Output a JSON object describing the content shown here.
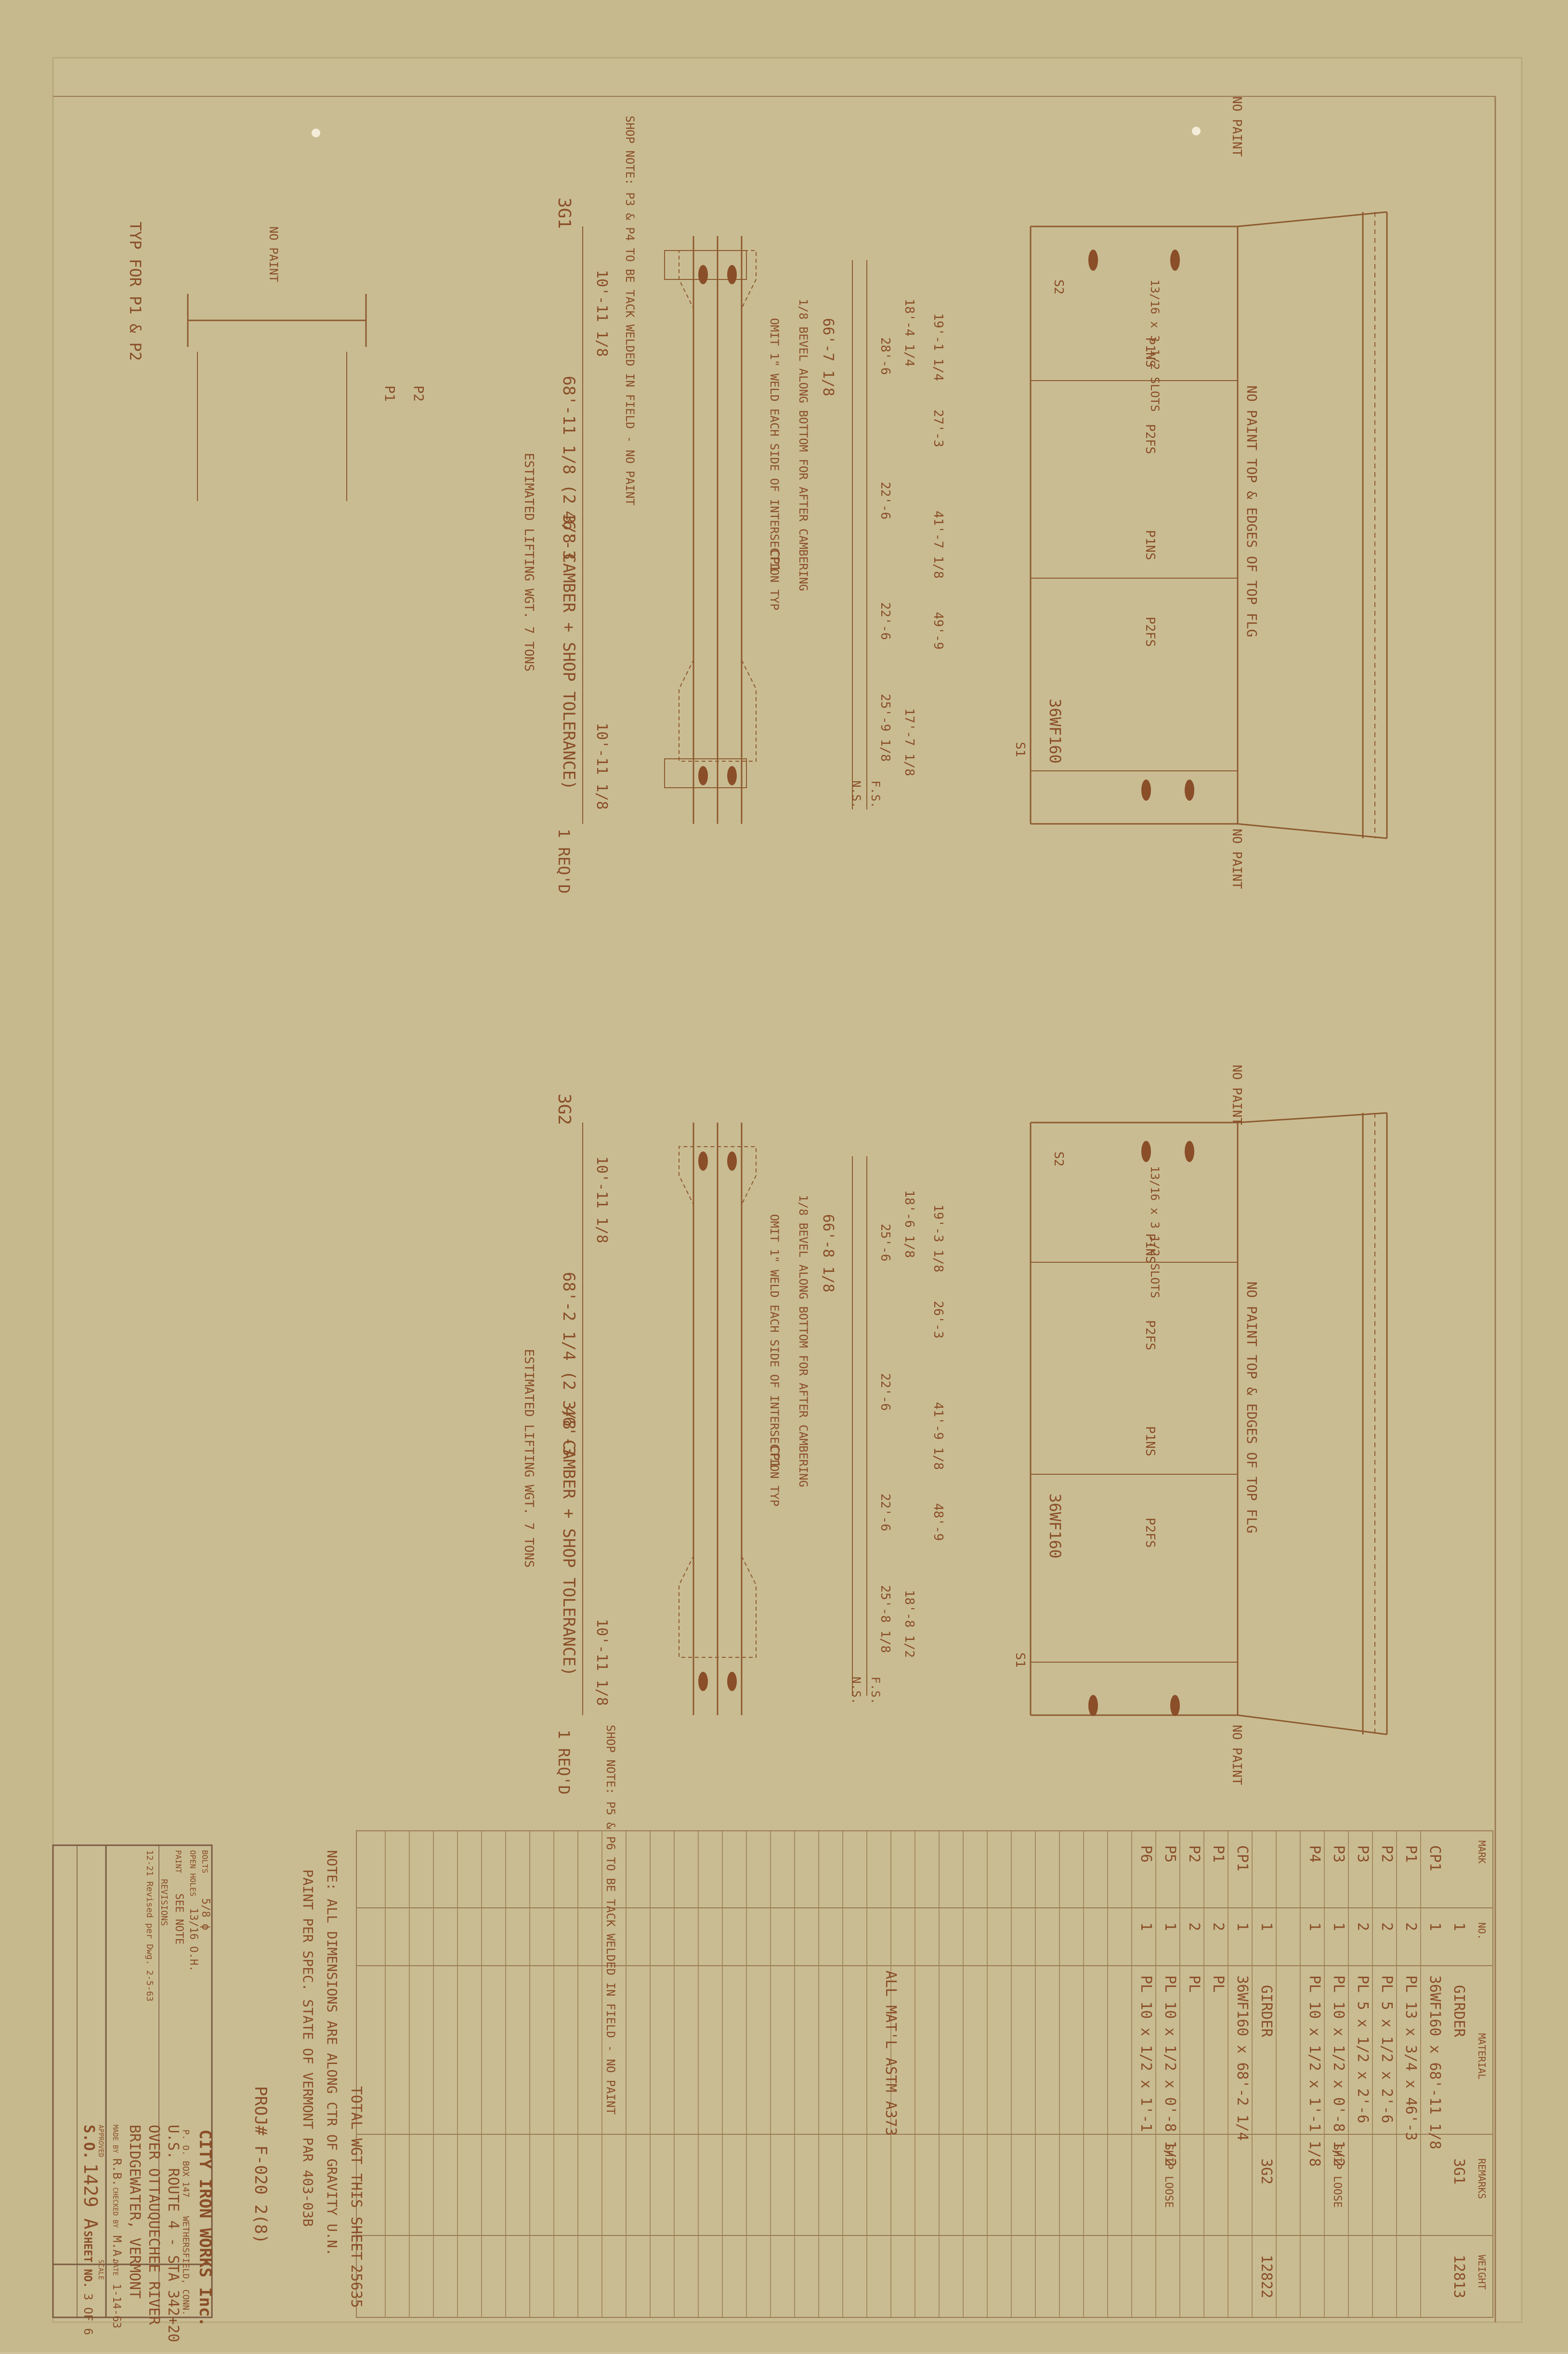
{
  "title_block": {
    "company": "CITY IRON WORKS Inc.",
    "address1": "P. O. BOX 147",
    "address2": "WETHERSFIELD, CONN.",
    "bolts_label": "BOLTS",
    "bolts_value": "5/8 ϕ",
    "open_holes_label": "OPEN HOLES",
    "open_holes_value": "13/16 O.H.",
    "paint_label": "PAINT",
    "paint_value": "SEE NOTE",
    "revisions_label": "REVISIONS",
    "revision_1": "12-21 Revised per Dwg. 2-5-63",
    "project_line1": "U.S. ROUTE 4 - STA 342+20",
    "project_line2": "OVER OTTAUQUECHEE RIVER",
    "project_line3": "BRIDGEWATER, VERMONT",
    "made_by_label": "MADE BY",
    "made_by_value": "R.B.",
    "checked_by_label": "CHECKED BY",
    "checked_by_value": "M.A.",
    "date_label": "DATE",
    "date_value": "1-14-63",
    "approved_label": "APPROVED",
    "scale_label": "SCALE",
    "so_label": "S.O.",
    "so_value": "1429 A",
    "sheet_label": "SHEET NO.",
    "sheet_value": "3 OF 6",
    "proj_no": "PROJ# F-020 2(8)"
  },
  "notes": {
    "general_1": "NOTE: ALL DIMENSIONS ARE ALONG CTR OF GRAVITY U.N.",
    "general_2": "PAINT PER SPEC. STATE OF VERMONT PAR 403-03B",
    "total_wgt": "TOTAL WGT THIS SHEET",
    "total_wgt_value": "25635",
    "shop_note_1": "SHOP NOTE: P3 & P4 TO BE TACK WELDED IN FIELD - NO PAINT",
    "shop_note_2": "SHOP NOTE: P5 & P6 TO BE TACK WELDED IN FIELD - NO PAINT",
    "typ_label": "TYP FOR P1 & P2",
    "no_paint": "NO PAINT",
    "no_paint_top": "NO PAINT TOP & EDGES OF TOP FLG",
    "omit_weld": "OMIT 1\" WELD EACH SIDE OF INTERSECTION TYP",
    "bevel_note": "1/8 BEVEL ALONG BOTTOM FOR AFTER CAMBERING",
    "all_matl": "ALL MAT'L ASTM A373"
  },
  "bom": {
    "headers": [
      "MARK",
      "NO.",
      "MATERIAL",
      "REMARKS",
      "WEIGHT"
    ],
    "rows": [
      {
        "mark": "",
        "no": "1",
        "material": "GIRDER",
        "remarks": "3G1",
        "weight": "12813"
      },
      {
        "mark": "CP1",
        "no": "1",
        "material": "36WF160 x 68'-11 1/8",
        "remarks": "",
        "weight": ""
      },
      {
        "mark": "P1",
        "no": "2",
        "material": "PL 13 x 3/4 x 46'-3",
        "remarks": "",
        "weight": ""
      },
      {
        "mark": "P2",
        "no": "2",
        "material": "PL 5 x 1/2 x 2'-6",
        "remarks": "",
        "weight": ""
      },
      {
        "mark": "P3",
        "no": "2",
        "material": "PL 5 x 1/2 x 2'-6",
        "remarks": "",
        "weight": ""
      },
      {
        "mark": "P3",
        "no": "1",
        "material": "PL 10 x 1/2 x 0'-8 1/2",
        "remarks": "SHIP LOOSE",
        "weight": ""
      },
      {
        "mark": "P4",
        "no": "1",
        "material": "PL 10 x 1/2 x 1'-1 1/8",
        "remarks": "",
        "weight": ""
      },
      {
        "mark": "",
        "no": "1",
        "material": "GIRDER",
        "remarks": "3G2",
        "weight": "12822"
      },
      {
        "mark": "CP1",
        "no": "1",
        "material": "36WF160 x 68'-2 1/4",
        "remarks": "",
        "weight": ""
      },
      {
        "mark": "P1",
        "no": "2",
        "material": "PL",
        "remarks": "",
        "weight": ""
      },
      {
        "mark": "P2",
        "no": "2",
        "material": "PL",
        "remarks": "",
        "weight": ""
      },
      {
        "mark": "P5",
        "no": "1",
        "material": "PL 10 x 1/2 x 0'-8 1/2",
        "remarks": "SHIP LOOSE",
        "weight": ""
      },
      {
        "mark": "P6",
        "no": "1",
        "material": "PL 10 x 1/2 x 1'-1",
        "remarks": "",
        "weight": ""
      }
    ]
  },
  "girder_1": {
    "mark": "3G1",
    "overall": "68'-11 1/8 (2 3/8 CAMBER + SHOP TOLERANCE)",
    "center": "46'-3",
    "end_left": "10'-11 1/8",
    "end_right": "10'-11 1/8",
    "lifting": "ESTIMATED LIFTING WGT. 7 TONS",
    "reqd": "1 REQ'D",
    "section": "36WF160",
    "span": "66'-7 1/8",
    "dims": [
      "18'-4 1/4",
      "28'-6",
      "22'-6",
      "22'-6",
      "25'-9 1/8",
      "17'-7 1/8"
    ],
    "stiff": [
      "19'-1 1/4",
      "27'-3",
      "41'-7 1/8",
      "49'-9"
    ],
    "slots": "13/16 x 3 1/2 SLOTS"
  },
  "girder_2": {
    "mark": "3G2",
    "overall": "68'-2 1/4 (2 3/8 CAMBER + SHOP TOLERANCE)",
    "center": "46'-3",
    "end_left": "10'-11 1/8",
    "end_right": "10'-11 1/8",
    "lifting": "ESTIMATED LIFTING WGT. 7 TONS",
    "reqd": "1 REQ'D",
    "section": "36WF160",
    "span": "66'-8 1/8",
    "dims": [
      "18'-6 1/8",
      "25'-6",
      "22'-6",
      "22'-6",
      "25'-8 1/8",
      "18'-8 1/2"
    ],
    "stiff": [
      "19'-3 1/8",
      "26'-3",
      "41'-9 1/8",
      "48'-9"
    ],
    "slots": "13/16 x 3 1/2 SLOTS"
  },
  "labels": {
    "pins": "P1NS",
    "p2fs": "P2FS",
    "ns": "N.S.",
    "fs": "F.S.",
    "p1": "P1",
    "p2": "P2",
    "s1": "S1",
    "s2": "S2",
    "cp1": "CP1"
  }
}
